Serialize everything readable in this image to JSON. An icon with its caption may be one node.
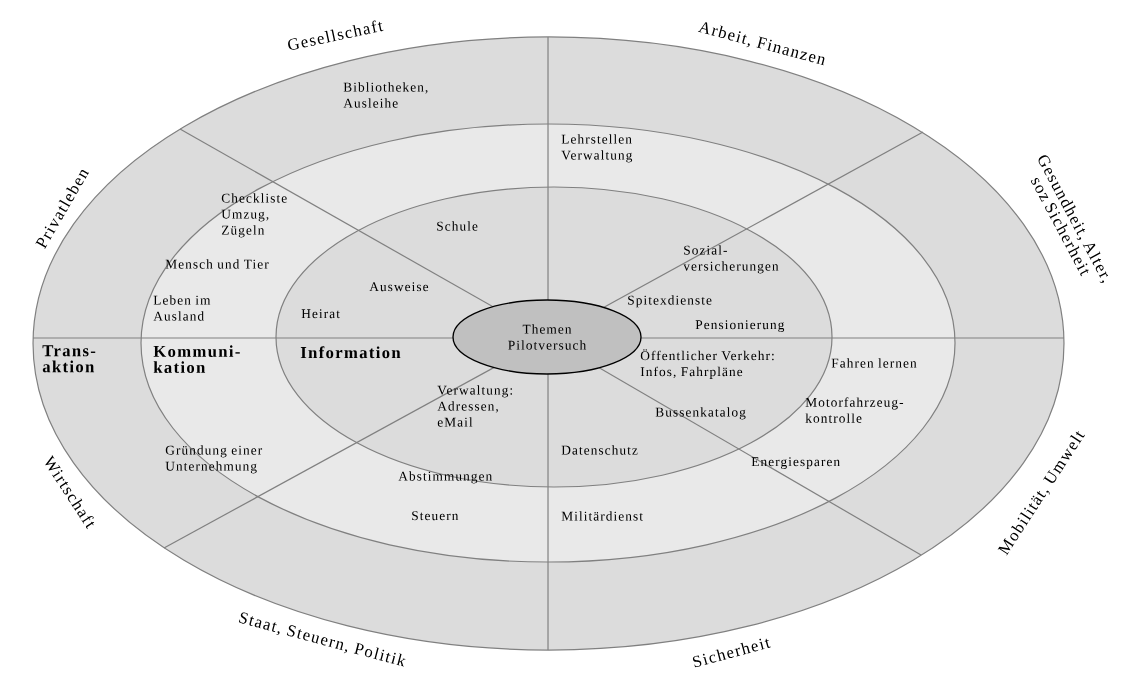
{
  "diagram": {
    "nodes": [
      {
        "text": [
          "Trans- aktion"
        ]
      },
      {
        "text": [
          "Kommuni- kation"
        ],
        "in": 0
      },
      {
        "text": [
          "Information"
        ],
        "in": 1
      },
      {
        "text": [
          "Themen Pilotversuch"
        ],
        "in": 2
      }
    ],
    "labels": [
      "Gesellschaft",
      "Arbeit, Finanzen",
      "Bibliotheken, Ausleihe",
      "Lehrstellen Verwaltung",
      "Privatleben",
      "Gesundheit, Alter, soz Sicherheit",
      "Checkliste Umzug, Zügeln",
      "Schule",
      "Sozial- versicherungen",
      "Mensch und Tier",
      "Ausweise",
      "Leben im Ausland",
      "Heirat",
      "Spitexdienste",
      "Pensionierung",
      "Öffentlicher Verkehr: Infos, Fahrpläne",
      "Fahren lernen",
      "Verwaltung: Adressen, eMail",
      "Motorfahrzeug- kontrolle",
      "Bussenkatalog",
      "Gründung einer Unternehmung",
      "Datenschutz",
      "Energiesparen",
      "Abstimmungen",
      "Wirtschaft",
      "Mobilität, Umwelt",
      "Steuern",
      "Militärdienst",
      "Staat, Steuern, Politik",
      "Sicherheit"
    ]
  }
}
